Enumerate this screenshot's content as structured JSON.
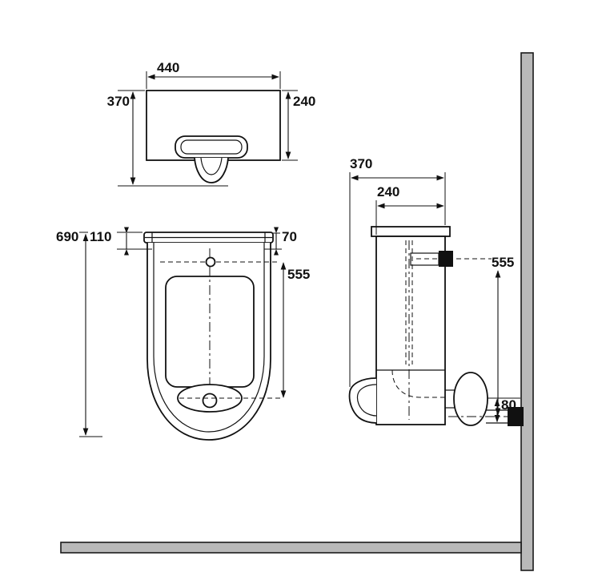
{
  "drawing": {
    "type": "sanitary-ware technical drawing (urinal, three orthographic views)",
    "colors": {
      "line": "#111111",
      "wall_fill": "#b9b9b9",
      "background": "#ffffff"
    }
  },
  "dims": {
    "top_width": "440",
    "top_depth": "370",
    "top_inner_depth": "240",
    "front_height": "690",
    "front_rim_offset": "110",
    "front_top_offset": "70",
    "front_inlet_to_outlet": "555",
    "side_total_depth": "370",
    "side_body_depth": "240",
    "side_inlet_height": "555",
    "side_outlet_offset": "80"
  }
}
